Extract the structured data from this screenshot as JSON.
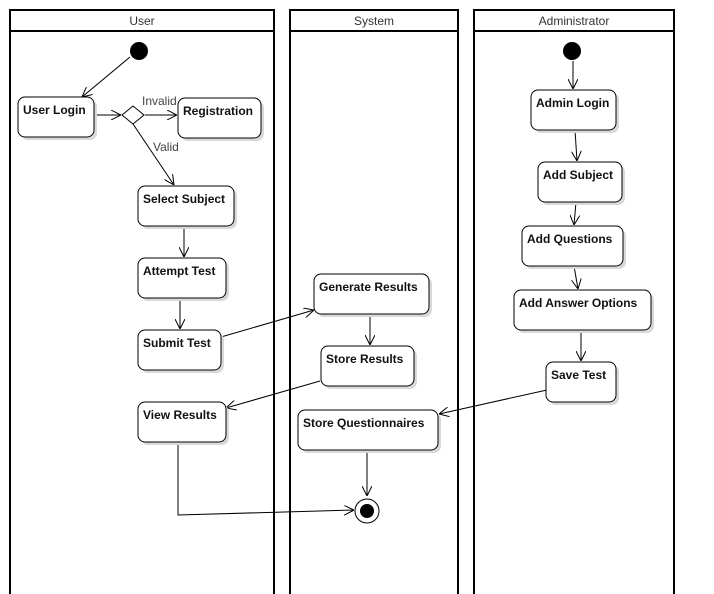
{
  "diagram": {
    "lanes": [
      {
        "id": "user",
        "title": "User"
      },
      {
        "id": "system",
        "title": "System"
      },
      {
        "id": "admin",
        "title": "Administrator"
      }
    ],
    "nodes": {
      "user_login": "User Login",
      "registration": "Registration",
      "select_subject": "Select Subject",
      "attempt_test": "Attempt Test",
      "submit_test": "Submit Test",
      "view_results": "View Results",
      "generate_results": "Generate Results",
      "store_results": "Store Results",
      "store_questionnaires": "Store Questionnaires",
      "admin_login": "Admin Login",
      "add_subject": "Add Subject",
      "add_questions": "Add Questions",
      "add_answer_options": "Add Answer Options",
      "save_test": "Save Test"
    },
    "guards": {
      "invalid": "Invalid",
      "valid": "Valid"
    }
  }
}
